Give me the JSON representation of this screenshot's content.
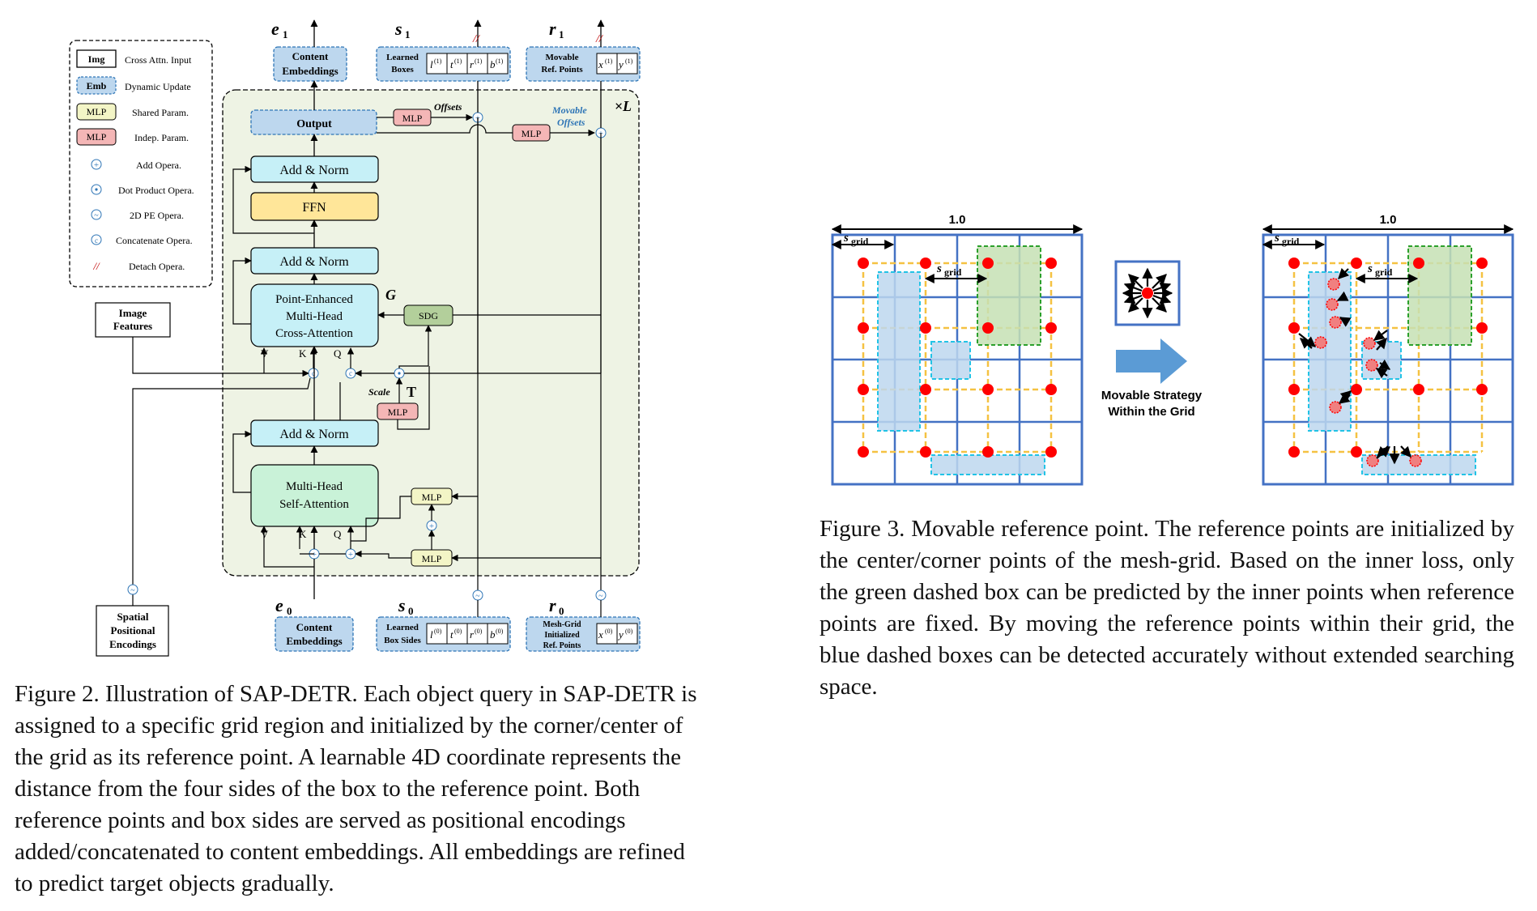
{
  "figure2": {
    "legend": {
      "items": [
        {
          "key": "Img",
          "label": "Cross Attn. Input"
        },
        {
          "key": "Emb",
          "label": "Dynamic Update"
        },
        {
          "key": "MLP",
          "label": "Shared Param."
        },
        {
          "key": "MLP",
          "label": "Indep. Param."
        },
        {
          "key": "+",
          "label": "Add Opera."
        },
        {
          "key": "·",
          "label": "Dot Product Opera."
        },
        {
          "key": "~",
          "label": "2D PE Opera."
        },
        {
          "key": "c",
          "label": "Concatenate Opera."
        },
        {
          "key": "//",
          "label": "Detach Opera."
        }
      ]
    },
    "top_outputs": {
      "e1": "e",
      "e1_sub": "1",
      "s1": "s",
      "s1_sub": "1",
      "r1": "r",
      "r1_sub": "1",
      "content_embeddings": [
        "Content",
        "Embeddings"
      ],
      "learned_boxes": [
        "Learned",
        "Boxes"
      ],
      "movable_ref": [
        "Movable",
        "Ref. Points"
      ],
      "box_cells": [
        "l",
        "t",
        "r",
        "b"
      ],
      "box_sup": "(1)",
      "point_cells": [
        "x",
        "y"
      ]
    },
    "bottom_inputs": {
      "e0": "e",
      "e0_sub": "0",
      "s0": "s",
      "s0_sub": "0",
      "r0": "r",
      "r0_sub": "0",
      "content_embeddings": [
        "Content",
        "Embeddings"
      ],
      "learned_box_sides": [
        "Learned",
        "Box Sides"
      ],
      "mesh_grid": [
        "Mesh-Grid",
        "Initialized",
        "Ref. Points"
      ],
      "box_sup": "(0)"
    },
    "blocks": {
      "output": "Output",
      "add_norm": "Add & Norm",
      "ffn": "FFN",
      "cross_attention": [
        "Point-Enhanced",
        "Multi-Head",
        "Cross-Attention"
      ],
      "self_attention": [
        "Multi-Head",
        "Self-Attention"
      ],
      "sdg": "SDG",
      "mlp": "MLP",
      "g_label": "G",
      "t_label": "T",
      "scale": "Scale",
      "offsets": "Offsets",
      "movable_offsets": [
        "Movable",
        "Offsets"
      ],
      "times_l": "×L",
      "v": "V",
      "k": "K",
      "q": "Q"
    },
    "image_features": [
      "Image",
      "Features"
    ],
    "spatial_pe": [
      "Spatial",
      "Positional",
      "Encodings"
    ],
    "caption": "Figure 2. Illustration of SAP-DETR. Each object query in SAP-DETR is assigned to a specific grid region and initialized by the corner/center of the grid as its reference point. A learnable 4D coordinate represents the distance from the four sides of the box to the reference point. Both reference points and box sides are served as positional encodings added/concatenated to content embeddings. All embeddings are refined to predict target objects gradually."
  },
  "figure3": {
    "width_label": "1.0",
    "s_grid": "s",
    "s_grid_sub": "grid",
    "strategy_label": [
      "Movable Strategy",
      "Within the Grid"
    ],
    "caption": "Figure 3. Movable reference point. The reference points are initialized by the center/corner points of the mesh-grid. Based on the inner loss, only the green dashed box can be predicted by the inner points when reference points are fixed. By moving the reference points within their grid, the blue dashed boxes can be detected accurately without extended searching space."
  },
  "colors": {
    "blue_box": "#bdd7ee",
    "green_bg": "#eef3e4",
    "cyan_block": "#c6f0f7",
    "yellow_block": "#ffe699",
    "mlp_red": "#f4b6b6",
    "mlp_yellow": "#f3f5c6",
    "sdg_green": "#b3cf9b",
    "grid_blue": "#4472c4",
    "grid_yellow": "#f5c242",
    "point_red": "#ff0000"
  }
}
